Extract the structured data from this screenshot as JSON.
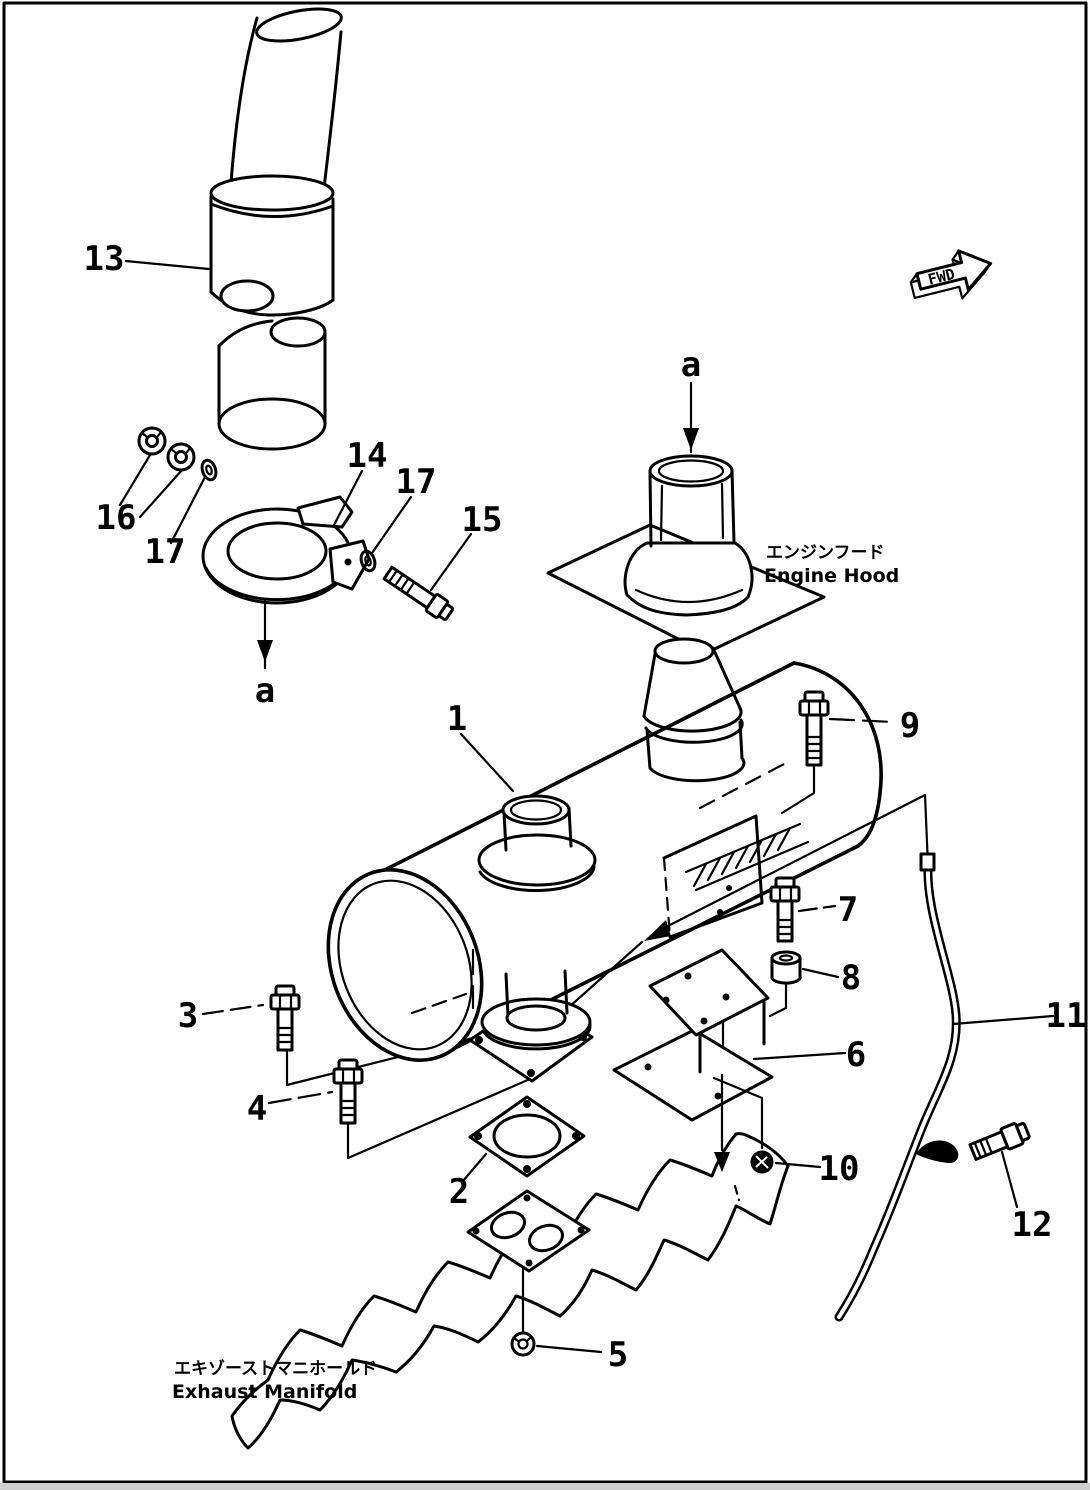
{
  "diagram": {
    "type": "exploded-parts-diagram",
    "subject": "Muffler and exhaust system",
    "background": "#ffffff",
    "line_color": "#000000"
  },
  "direction_indicator": {
    "label": "FWD"
  },
  "captions": {
    "engine_hood": {
      "jp": "エンジンフード",
      "en": "Engine Hood"
    },
    "exhaust_manifold": {
      "jp": "エキゾーストマニホールド",
      "en": "Exhaust Manifold"
    }
  },
  "section_markers": [
    {
      "text": "a"
    },
    {
      "text": "a"
    }
  ],
  "part_labels": [
    {
      "id": "1",
      "text": "1"
    },
    {
      "id": "2",
      "text": "2"
    },
    {
      "id": "3",
      "text": "3"
    },
    {
      "id": "4",
      "text": "4"
    },
    {
      "id": "5",
      "text": "5"
    },
    {
      "id": "6",
      "text": "6"
    },
    {
      "id": "7",
      "text": "7"
    },
    {
      "id": "8",
      "text": "8"
    },
    {
      "id": "9",
      "text": "9"
    },
    {
      "id": "10",
      "text": "10"
    },
    {
      "id": "11",
      "text": "11"
    },
    {
      "id": "12",
      "text": "12"
    },
    {
      "id": "13",
      "text": "13"
    },
    {
      "id": "14",
      "text": "14"
    },
    {
      "id": "15",
      "text": "15"
    },
    {
      "id": "16",
      "text": "16"
    },
    {
      "id": "17a",
      "text": "17"
    },
    {
      "id": "17b",
      "text": "17"
    }
  ]
}
